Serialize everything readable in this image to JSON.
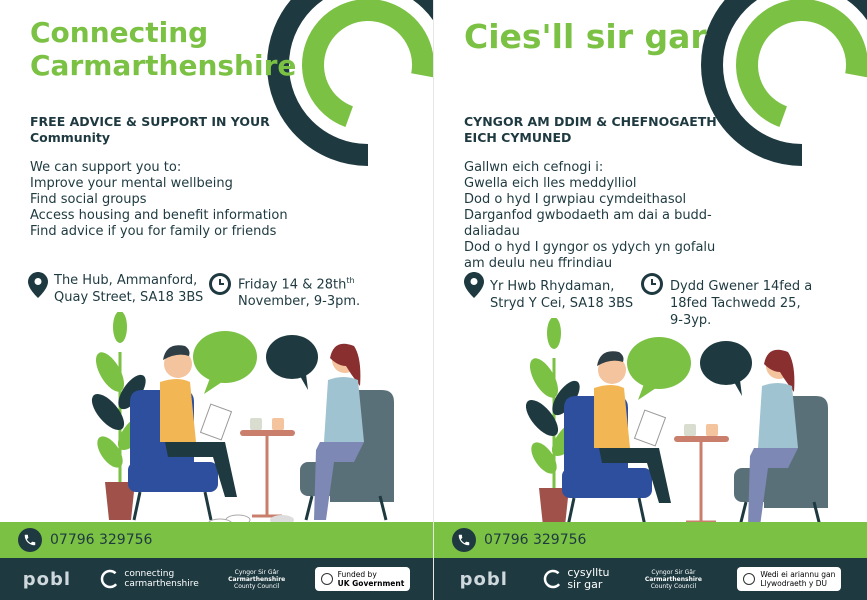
{
  "left": {
    "title_line1": "Connecting",
    "title_line2": "Carmarthenshire",
    "headline_line1": "FREE ADVICE & SUPPORT IN YOUR",
    "headline_line2": "Community",
    "body": [
      "We can support you to:",
      "Improve your mental wellbeing",
      "Find social groups",
      "Access housing and benefit information",
      "Find advice if you for family or friends"
    ],
    "location_line1": "The Hub, Ammanford,",
    "location_line2": "Quay Street, SA18 3BS",
    "date_line1": "Friday 14 & 28th",
    "date_sup": "th",
    "date_line2": "November, 9-3pm.",
    "phone": "07796 329756",
    "logo_pobl": "pobl",
    "logo_connecting_line1": "connecting",
    "logo_connecting_line2": "carmarthenshire",
    "council_line1": "Cyngor Sir Gâr",
    "council_line2": "Carmarthenshire",
    "council_line3": "County Council",
    "funded_line1": "Funded by",
    "funded_line2": "UK Government"
  },
  "right": {
    "title": "Cies'll sir gar",
    "headline_line1": "CYNGOR AM DDIM & CHEFNOGAETH YN",
    "headline_line2": "EICH CYMUNED",
    "body": [
      "Gallwn eich cefnogi i:",
      "Gwella eich lles meddylliol",
      "Dod o hyd I grwpiau cymdeithasol",
      "Darganfod gwbodaeth am dai a budd-",
      "daliadau",
      "Dod o hyd I gyngor os ydych yn gofalu",
      "am deulu neu ffrindiau"
    ],
    "location_line1": "Yr Hwb Rhydaman,",
    "location_line2": "Stryd Y Cei, SA18 3BS",
    "date_line1": "Dydd Gwener 14fed a",
    "date_line2": "18fed Tachwedd 25,",
    "date_line3": "9-3yp.",
    "phone": "07796 329756",
    "logo_pobl": "pobl",
    "logo_cysylltu_line1": "cysylltu",
    "logo_cysylltu_line2": "sir gar",
    "council_line1": "Cyngor Sir Gâr",
    "council_line2": "Carmarthenshire",
    "council_line3": "County Council",
    "funded_line1": "Wedi ei ariannu gan",
    "funded_line2": "Llywodraeth y DU"
  },
  "colors": {
    "brand_green": "#7bc144",
    "brand_dark": "#1e3a40"
  }
}
